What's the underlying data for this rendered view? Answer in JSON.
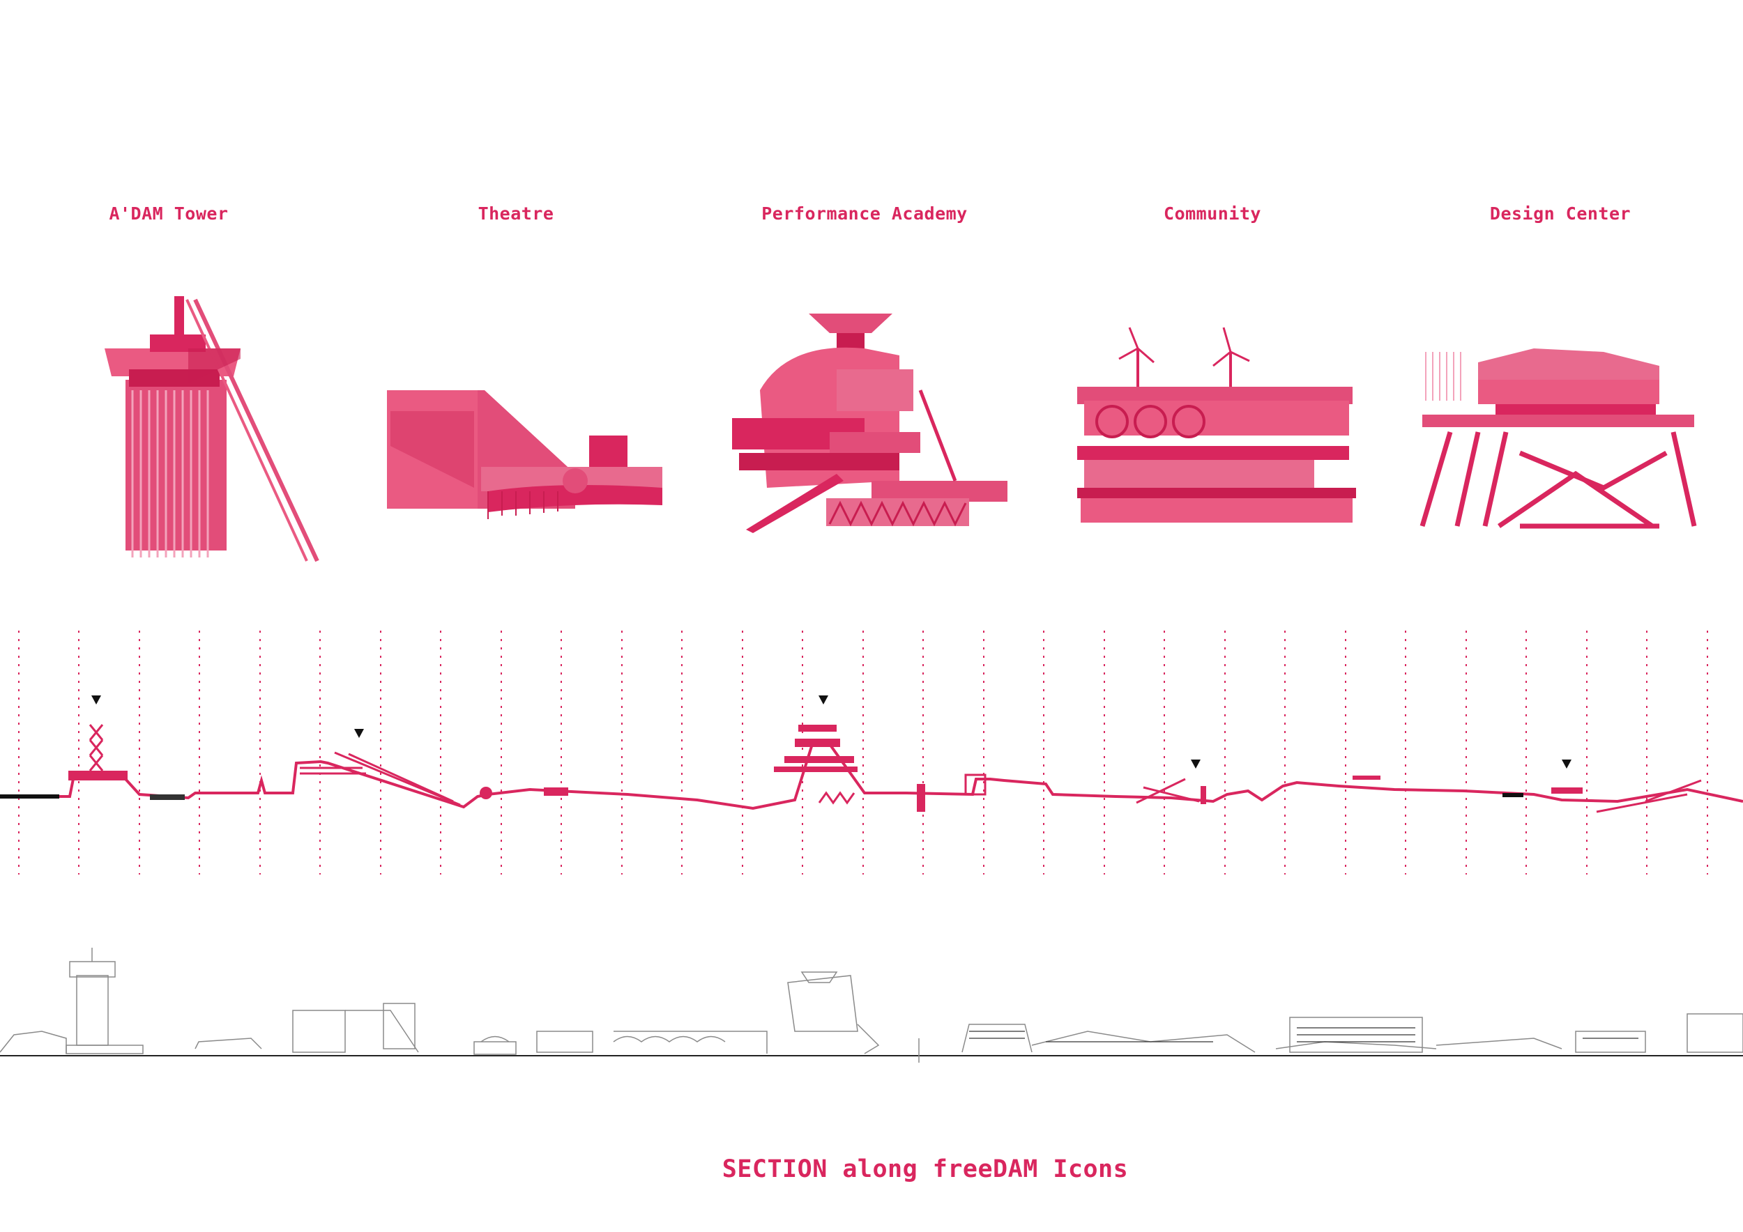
{
  "icons": [
    {
      "label": "A'DAM Tower",
      "icon": "adam-tower-icon"
    },
    {
      "label": "Theatre",
      "icon": "theatre-icon"
    },
    {
      "label": "Performance Academy",
      "icon": "performance-academy-icon"
    },
    {
      "label": "Community",
      "icon": "community-icon"
    },
    {
      "label": "Design Center",
      "icon": "design-center-icon"
    }
  ],
  "caption": "SECTION along freeDAM Icons",
  "colors": {
    "accent": "#d9265e",
    "accent_light": "#ea5a82",
    "line_grey": "#8a8a8a",
    "dark": "#111111"
  }
}
